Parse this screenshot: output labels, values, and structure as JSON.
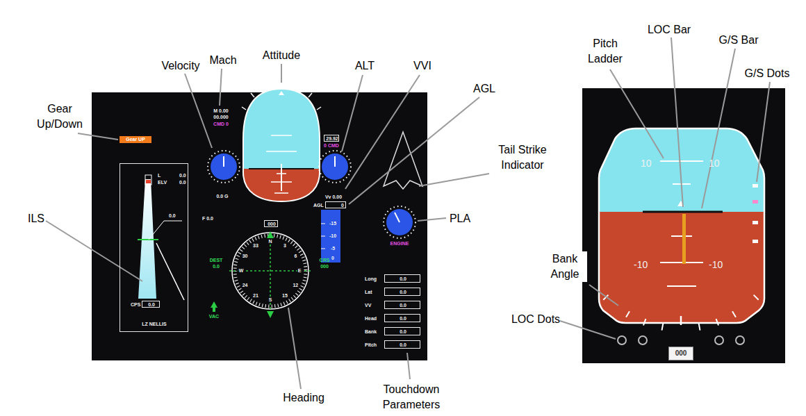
{
  "diagram": {
    "nodes": [
      {
        "text": [
          "Gear UP"
        ]
      },
      {
        "text": [
          "L",
          "ELV",
          "0.0",
          "0.0",
          "0.0",
          "LZ NELLIS"
        ]
      },
      {
        "text": [
          "CPS",
          "0.0"
        ],
        "in": 1
      },
      {
        "text": [
          "29.92"
        ]
      },
      {
        "text": [
          "AGL",
          "0"
        ]
      },
      {
        "text": [
          "000"
        ]
      },
      {
        "text": [
          "Long",
          "0.0"
        ]
      },
      {
        "text": [
          "Lat",
          "0.0"
        ]
      },
      {
        "text": [
          "VV",
          "0.0"
        ]
      },
      {
        "text": [
          "Head",
          "0.0"
        ]
      },
      {
        "text": [
          "Bank",
          "0.0"
        ]
      },
      {
        "text": [
          "Pitch",
          "0.0"
        ]
      },
      {
        "text": [
          "000"
        ]
      }
    ],
    "labels": [
      "Gear Up/Down",
      "Velocity",
      "Mach",
      "Attitude",
      "ALT",
      "VVI",
      "AGL",
      "Tail Strike Indicator",
      "PLA",
      "ILS",
      "Heading",
      "Touchdown Parameters",
      "Pitch Ladder",
      "LOC Bar",
      "G/S Bar",
      "G/S Dots",
      "Bank Angle",
      "LOC Dots",
      "M 0.00",
      "00.000",
      "CMD 0",
      "0.0 G",
      "F 0.0",
      "0 CMD",
      "Vv 0.00",
      "-15",
      "-10",
      "-5",
      "0",
      "ENGINE",
      "DEST",
      "0.0",
      "CRS",
      "000",
      "VAC",
      "N",
      "3",
      "6",
      "E",
      "12",
      "15",
      "S",
      "21",
      "24",
      "W",
      "30",
      "33",
      "10",
      "10",
      "-10",
      "-10"
    ]
  }
}
